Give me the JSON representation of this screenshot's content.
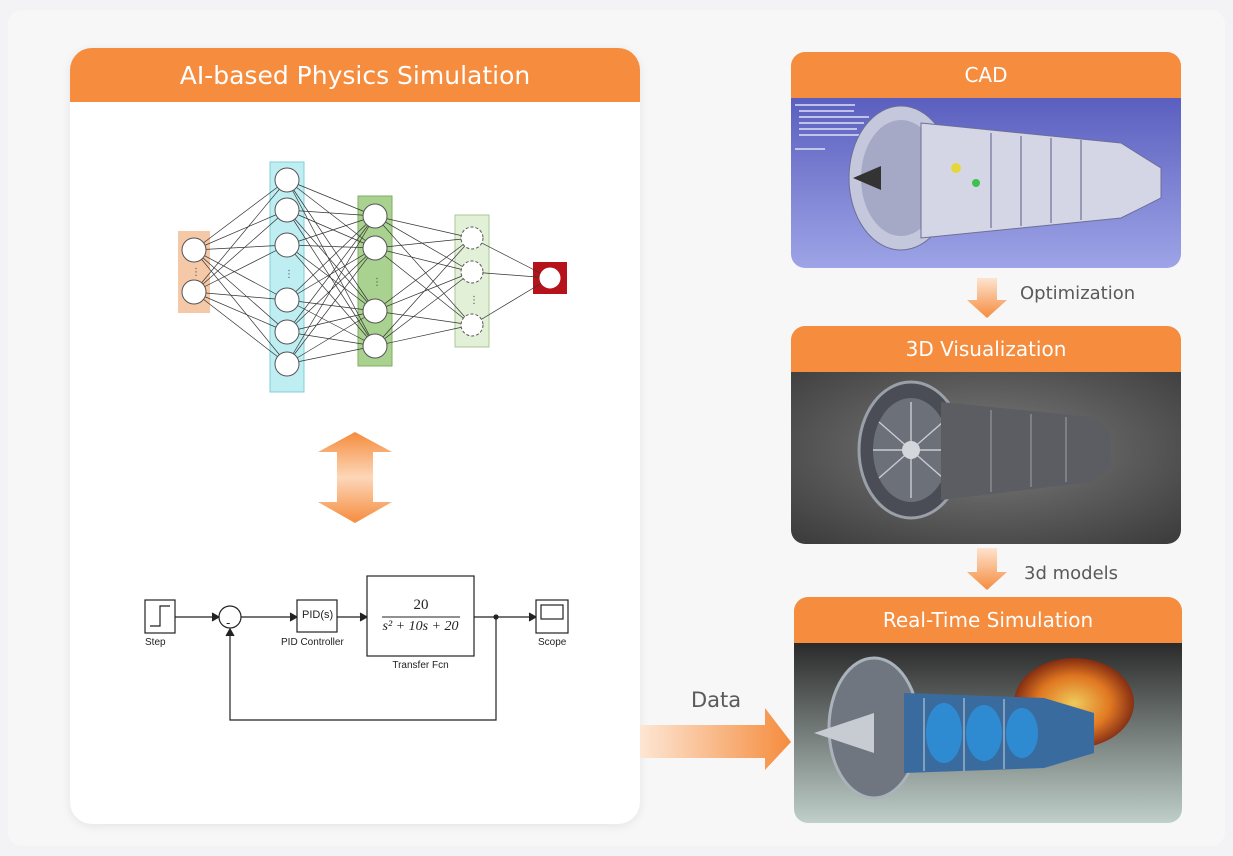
{
  "left_panel": {
    "title": "AI-based Physics Simulation"
  },
  "control_diagram": {
    "step_label": "Step",
    "sum_sign": "-",
    "pid_block": "PID(s)",
    "pid_label": "PID Controller",
    "tf_numerator": "20",
    "tf_denominator": "s² + 10s + 20",
    "tf_label": "Transfer Fcn",
    "scope_label": "Scope"
  },
  "right_panels": {
    "cad": {
      "title": "CAD"
    },
    "vis": {
      "title": "3D Visualization"
    },
    "rts": {
      "title": "Real-Time Simulation"
    }
  },
  "arrows": {
    "optimization": "Optimization",
    "models": "3d models",
    "data": "Data"
  },
  "colors": {
    "accent": "#f58c3e",
    "panel_bg": "#ffffff",
    "page_bg": "#f3f3f5"
  }
}
